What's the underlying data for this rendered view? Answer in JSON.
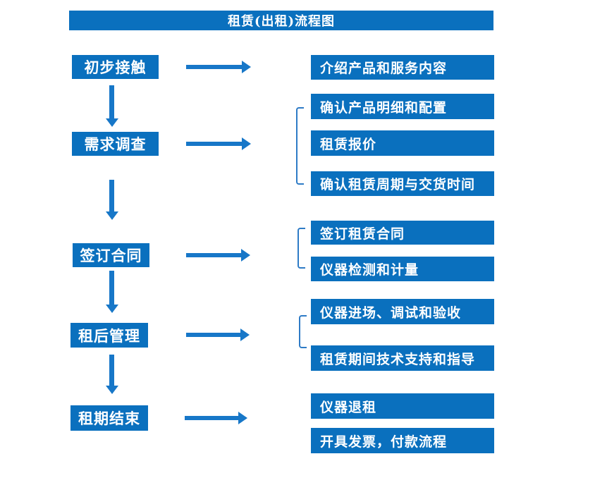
{
  "title_bar": {
    "text": "租赁(出租)流程图"
  },
  "colors": {
    "box_blue": "#0a70be",
    "arrow_blue": "#1777c8",
    "bracket_blue": "#2e7bc6",
    "text_white": "#ffffff",
    "background": "#ffffff"
  },
  "stages": [
    {
      "label": "初步接触",
      "outputs": [
        "介绍产品和服务内容"
      ]
    },
    {
      "label": "需求调查",
      "outputs": [
        "确认产品明细和配置",
        "租赁报价",
        "确认租赁周期与交货时间"
      ]
    },
    {
      "label": "签订合同",
      "outputs": [
        "签订租赁合同",
        "仪器检测和计量"
      ]
    },
    {
      "label": "租后管理",
      "outputs": [
        "仪器进场、调试和验收",
        "租赁期间技术支持和指导"
      ]
    },
    {
      "label": "租期结束",
      "outputs": [
        "仪器退租",
        "开具发票，付款流程"
      ]
    }
  ]
}
